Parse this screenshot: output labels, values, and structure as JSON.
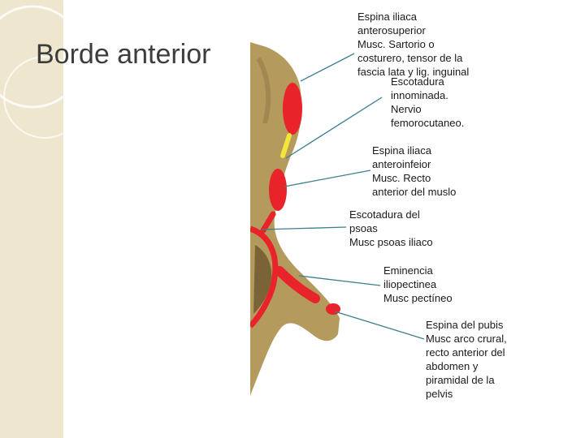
{
  "slide": {
    "title": "Borde anterior"
  },
  "labels": [
    {
      "id": "espina-iliaca-anterosuperior",
      "lines": [
        "Espina iliaca",
        "anterosuperior",
        "Musc. Sartorio o",
        "costurero, tensor de la",
        "fascia lata y lig. inguinal"
      ]
    },
    {
      "id": "escotadura-innominada",
      "lines": [
        "Escotadura",
        "innominada.",
        "Nervio",
        "femorocutaneo."
      ]
    },
    {
      "id": "espina-iliaca-anteroinferior",
      "lines": [
        "Espina iliaca",
        "anteroinfeior",
        "Musc. Recto",
        "anterior del muslo"
      ]
    },
    {
      "id": "escotadura-psoas",
      "lines": [
        "Escotadura del",
        "psoas",
        "Musc psoas iliaco"
      ]
    },
    {
      "id": "eminencia-iliopectinea",
      "lines": [
        "Eminencia",
        "iliopectinea",
        "Musc pectíneo"
      ]
    },
    {
      "id": "espina-pubis",
      "lines": [
        "Espina del pubis",
        "Musc arco crural,",
        "recto anterior del",
        "abdomen y",
        "piramidal de la",
        "pelvis"
      ]
    }
  ],
  "colors": {
    "side_strip": "#efe6cf",
    "bone": "#b49a5c",
    "muscle_insertion": "#e8232a",
    "nerve": "#f2e63a",
    "connector": "#3d7f8f",
    "text": "#1a1a1a",
    "title": "#3d3d3d"
  }
}
